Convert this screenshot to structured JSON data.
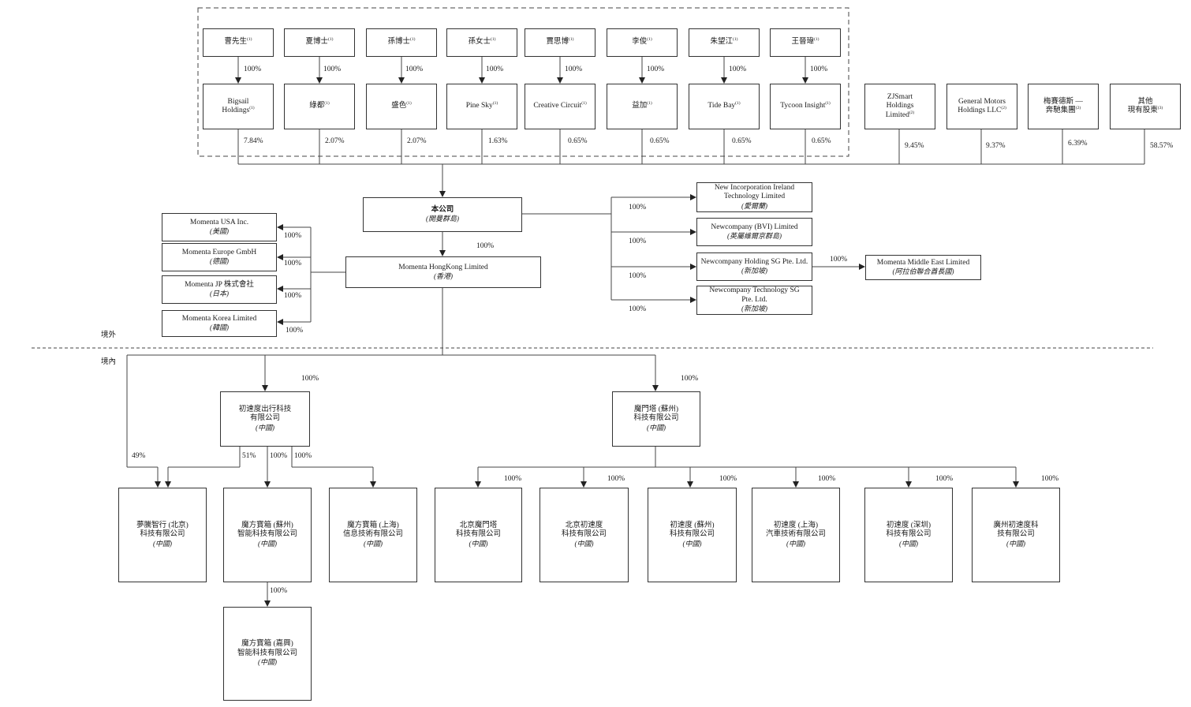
{
  "shareholders": {
    "cao": {
      "name": "曹先生",
      "note": "(1)"
    },
    "xia": {
      "name": "夏博士",
      "note": "(1)"
    },
    "sun_dr": {
      "name": "孫博士",
      "note": "(1)"
    },
    "sun_ms": {
      "name": "孫女士",
      "note": "(1)"
    },
    "jia": {
      "name": "賈思博",
      "note": "(1)"
    },
    "li": {
      "name": "李俊",
      "note": "(1)"
    },
    "zhu": {
      "name": "朱望江",
      "note": "(1)"
    },
    "wang": {
      "name": "王晉瑋",
      "note": "(1)"
    }
  },
  "holding_cos": {
    "bigsail": {
      "line1": "Bigsail",
      "line2": "Holdings",
      "note": "(1)",
      "own": "100%",
      "stake": "7.84%"
    },
    "lvdu": {
      "name": "綠都",
      "note": "(1)",
      "own": "100%",
      "stake": "2.07%"
    },
    "shengse": {
      "name": "盛色",
      "note": "(1)",
      "own": "100%",
      "stake": "2.07%"
    },
    "pinesky": {
      "name": "Pine Sky",
      "note": "(1)",
      "own": "100%",
      "stake": "1.63%"
    },
    "creative": {
      "name": "Creative Circuit",
      "note": "(1)",
      "own": "100%",
      "stake": "0.65%"
    },
    "yijia": {
      "name": "益加",
      "note": "(1)",
      "own": "100%",
      "stake": "0.65%"
    },
    "tidebay": {
      "name": "Tide Bay",
      "note": "(1)",
      "own": "100%",
      "stake": "0.65%"
    },
    "tycoon": {
      "name": "Tycoon Insight",
      "note": "(1)",
      "own": "100%",
      "stake": "0.65%"
    }
  },
  "investors": {
    "zjsmart": {
      "line1": "ZJSmart",
      "line2": "Holdings",
      "line3": "Limited",
      "note": "(2)",
      "stake": "9.45%"
    },
    "gm": {
      "line1": "General Motors",
      "line2": "Holdings LLC",
      "note": "(2)",
      "stake": "9.37%"
    },
    "mercedes": {
      "line1": "梅賽德斯 —",
      "line2": "奔馳集團",
      "note": "(2)",
      "stake": "6.39%"
    },
    "others": {
      "line1": "其他",
      "line2": "現有股東",
      "note": "(3)",
      "stake": "58.57%"
    }
  },
  "company": {
    "name": "本公司",
    "region": "(開曼群島)"
  },
  "hongkong": {
    "name": "Momenta HongKong Limited",
    "region": "(香港)",
    "own": "100%"
  },
  "left_subs": [
    {
      "name": "Momenta USA Inc.",
      "region": "(美國)",
      "own": "100%"
    },
    {
      "name": "Momenta Europe GmbH",
      "region": "(德國)",
      "own": "100%"
    },
    {
      "name": "Momenta JP 株式會社",
      "region": "(日本)",
      "own": "100%"
    },
    {
      "name": "Momenta Korea Limited",
      "region": "(韓國)",
      "own": "100%"
    }
  ],
  "right_subs": [
    {
      "line1": "New Incorporation Ireland",
      "line2": "Technology Limited",
      "region": "(愛爾蘭)",
      "own": "100%"
    },
    {
      "line1": "Newcompany (BVI) Limited",
      "region": "(英屬維爾京群島)",
      "own": "100%"
    },
    {
      "line1": "Newcompany Holding SG Pte. Ltd.",
      "region": "(新加坡)",
      "own": "100%"
    },
    {
      "line1": "Newcompany Technology SG",
      "line2": "Pte. Ltd.",
      "region": "(新加坡)",
      "own": "100%"
    }
  ],
  "middle_east": {
    "name": "Momenta Middle East Limited",
    "region": "(阿拉伯聯合酋長國)",
    "own": "100%"
  },
  "offshore_label": "境外",
  "onshore_label": "境內",
  "chusudu_chuxing": {
    "line1": "初速度出行科技",
    "line2": "有限公司",
    "region": "(中國)",
    "own": "100%"
  },
  "momenta_suzhou": {
    "line1": "魔門塔 (蘇州)",
    "line2": "科技有限公司",
    "region": "(中國)",
    "own": "100%"
  },
  "mengteng": {
    "line1": "夢騰智行 (北京)",
    "line2": "科技有限公司",
    "region": "(中國)",
    "own_direct": "49%",
    "own_via": "51%"
  },
  "mofang_suzhou": {
    "line1": "魔方寶箱 (蘇州)",
    "line2": "智能科技有限公司",
    "region": "(中國)",
    "own": "100%"
  },
  "mofang_shanghai": {
    "line1": "魔方寶箱 (上海)",
    "line2": "信息技術有限公司",
    "region": "(中國)",
    "own": "100%"
  },
  "mofang_jiaxing": {
    "line1": "魔方寶箱 (嘉興)",
    "line2": "智能科技有限公司",
    "region": "(中國)",
    "own": "100%"
  },
  "onshore_subs": [
    {
      "line1": "北京魔門塔",
      "line2": "科技有限公司",
      "region": "(中國)",
      "own": "100%"
    },
    {
      "line1": "北京初速度",
      "line2": "科技有限公司",
      "region": "(中國)",
      "own": "100%"
    },
    {
      "line1": "初速度 (蘇州)",
      "line2": "科技有限公司",
      "region": "(中國)",
      "own": "100%"
    },
    {
      "line1": "初速度 (上海)",
      "line2": "汽車技術有限公司",
      "region": "(中國)",
      "own": "100%"
    },
    {
      "line1": "初速度 (深圳)",
      "line2": "科技有限公司",
      "region": "(中國)",
      "own": "100%"
    },
    {
      "line1": "廣州初速度科",
      "line2": "技有限公司",
      "region": "(中國)",
      "own": "100%"
    }
  ]
}
